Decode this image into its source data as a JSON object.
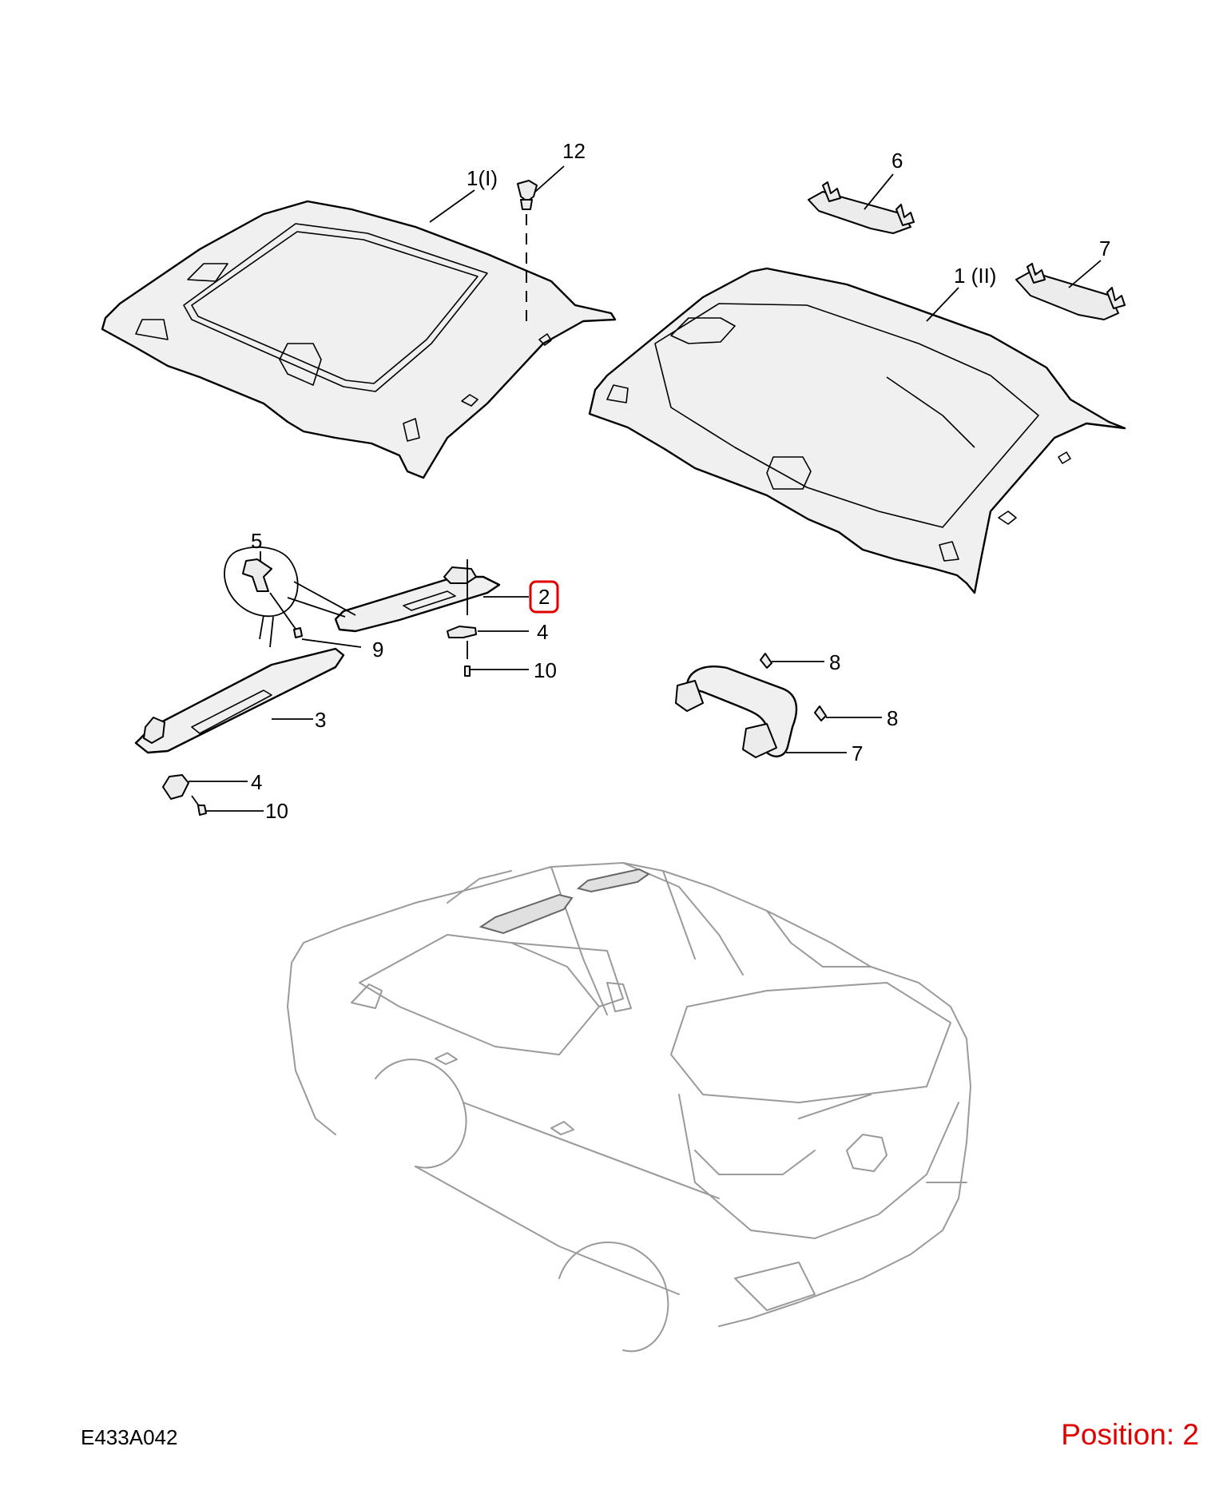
{
  "diagram": {
    "drawing_code": "E433A042",
    "position_label": "Position: 2",
    "highlighted_callout": "2",
    "colors": {
      "highlight": "#e00000",
      "line": "#000000",
      "car_outline": "#9a9a9a"
    },
    "callouts": {
      "headliner_sunroof": "1(I)",
      "headliner_plain": "1 (II)",
      "clip_12": "12",
      "grab_handle_6": "6",
      "grab_handle_7_top": "7",
      "visor_2": "2",
      "visor_3": "3",
      "bracket_4_a": "4",
      "bracket_4_b": "4",
      "clip_5": "5",
      "screw_9": "9",
      "screw_10_a": "10",
      "screw_10_b": "10",
      "bolt_8_a": "8",
      "bolt_8_b": "8",
      "grab_handle_7_bottom": "7"
    }
  }
}
